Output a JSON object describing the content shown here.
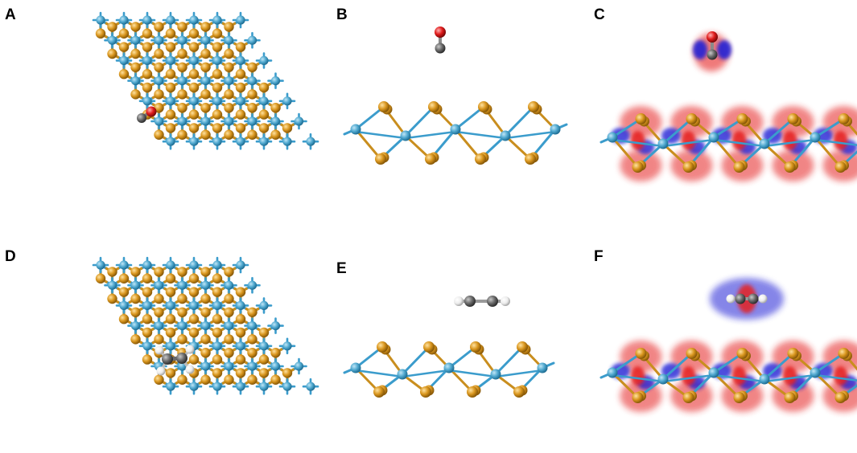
{
  "panels": [
    {
      "label": "A",
      "view": "top",
      "adsorbate": "CO",
      "density": false
    },
    {
      "label": "B",
      "view": "side",
      "adsorbate": "CO",
      "density": false
    },
    {
      "label": "C",
      "view": "side",
      "adsorbate": "CO",
      "density": true
    },
    {
      "label": "D",
      "view": "top",
      "adsorbate": "C2H2",
      "density": false
    },
    {
      "label": "E",
      "view": "side",
      "adsorbate": "C2H2",
      "density": false
    },
    {
      "label": "F",
      "view": "side",
      "adsorbate": "C2H2",
      "density": true
    }
  ],
  "colors": {
    "metal_atom": "#4fa8cf",
    "metal_bond": "#3b9ccc",
    "sulfur_atom": "#d9961e",
    "sulfur_bond": "#c98e1e",
    "carbon_atom": "#5e5e5e",
    "oxygen_atom": "#e01b1b",
    "hydrogen_atom": "#f2f2f2",
    "density_accumulation": "#e52020",
    "density_depletion": "#2020d6"
  }
}
